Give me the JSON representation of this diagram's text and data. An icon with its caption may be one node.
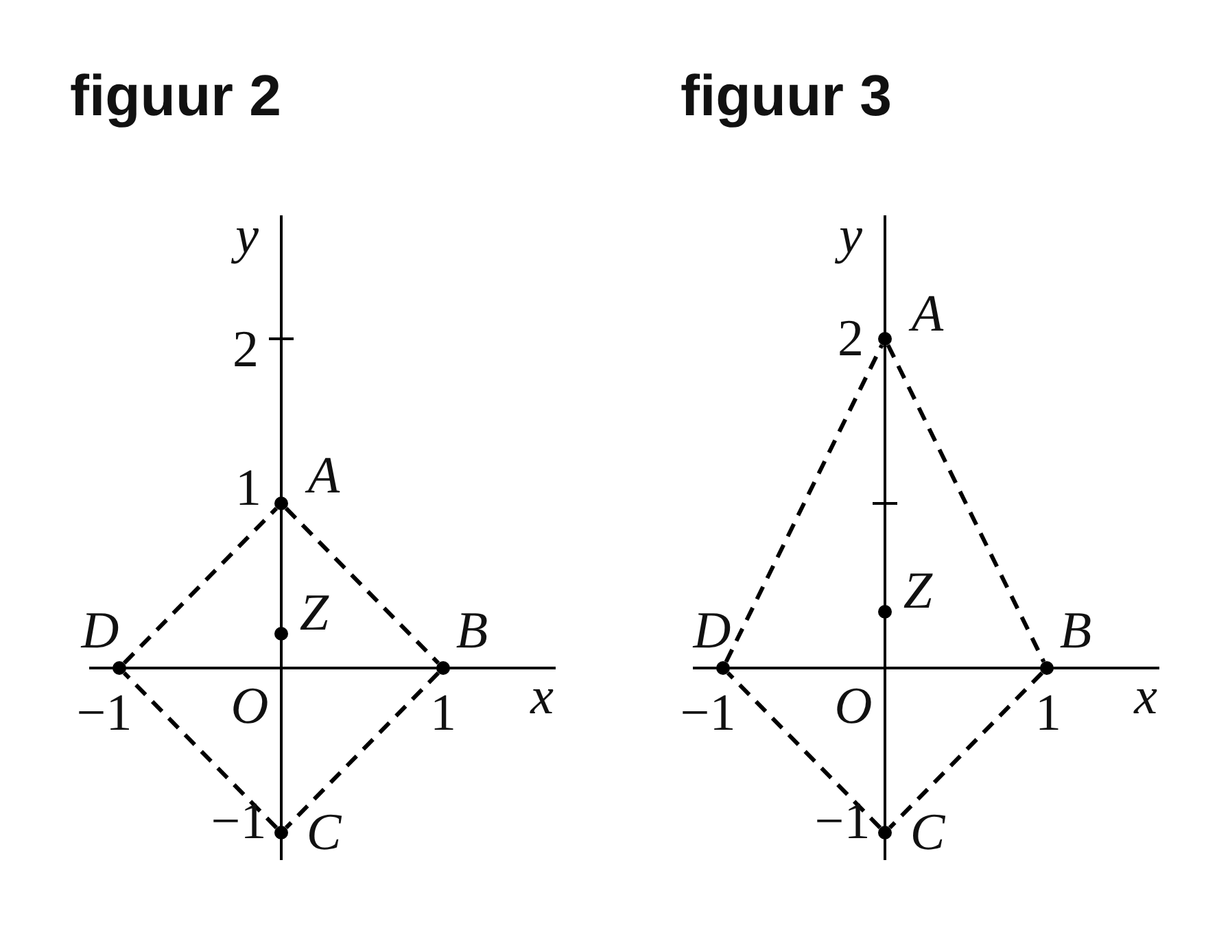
{
  "diagram": {
    "nodes": [
      {
        "text": [],
        "shape": "circle",
        "beside": [
          "A"
        ]
      },
      {
        "text": [],
        "shape": "circle",
        "beside": [
          "Z"
        ]
      },
      {
        "text": [],
        "shape": "circle",
        "beside": [
          "D"
        ]
      },
      {
        "text": [],
        "shape": "circle",
        "beside": [
          "B"
        ]
      },
      {
        "text": [],
        "shape": "circle",
        "beside": [
          "C"
        ]
      },
      {
        "text": [],
        "shape": "circle",
        "beside": [
          "A"
        ]
      },
      {
        "text": [],
        "shape": "circle",
        "beside": [
          "Z"
        ]
      },
      {
        "text": [],
        "shape": "circle",
        "beside": [
          "D"
        ]
      },
      {
        "text": [],
        "shape": "circle",
        "beside": [
          "B"
        ]
      },
      {
        "text": [],
        "shape": "circle",
        "beside": [
          "C"
        ]
      }
    ],
    "edges": [
      {
        "from": 0,
        "to": 3,
        "arrow": "none",
        "style": "dashed"
      },
      {
        "from": 3,
        "to": 4,
        "arrow": "none",
        "style": "dashed"
      },
      {
        "from": 4,
        "to": 2,
        "arrow": "none",
        "style": "dashed"
      },
      {
        "from": 2,
        "to": 0,
        "arrow": "none",
        "style": "dashed"
      },
      {
        "from": 5,
        "to": 8,
        "arrow": "none",
        "style": "dashed"
      },
      {
        "from": 8,
        "to": 9,
        "arrow": "none",
        "style": "dashed"
      },
      {
        "from": 9,
        "to": 7,
        "arrow": "none",
        "style": "dashed"
      },
      {
        "from": 7,
        "to": 5,
        "arrow": "none",
        "style": "dashed"
      }
    ],
    "labels": [
      "figuur 2",
      "y",
      "2",
      "1",
      "−1",
      "O",
      "1",
      "x",
      "−1",
      "figuur 3",
      "y",
      "2",
      "−1",
      "O",
      "1",
      "x",
      "−1"
    ]
  }
}
